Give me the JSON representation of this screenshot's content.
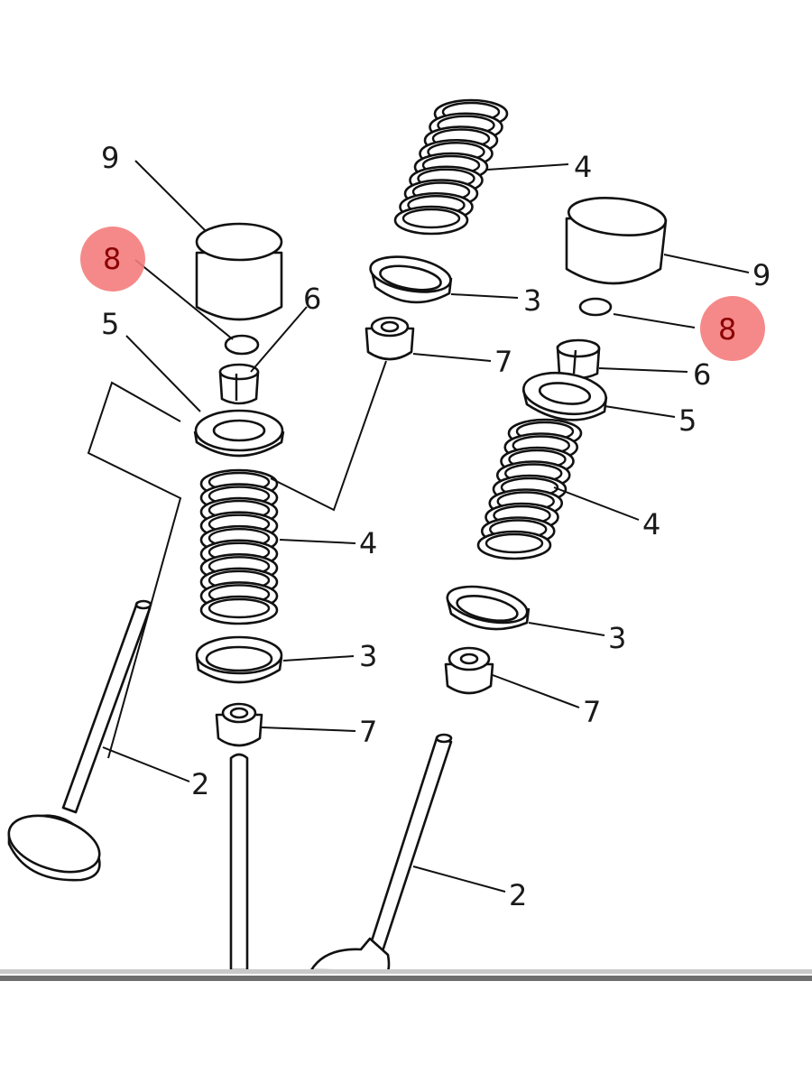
{
  "diagram": {
    "title": "Valve assembly exploded view",
    "highlight_color": "#f47c7c",
    "highlight_text_color": "#8b0000",
    "labels": [
      {
        "id": "left-9",
        "text": "9"
      },
      {
        "id": "left-8",
        "text": "8",
        "highlighted": true
      },
      {
        "id": "left-6",
        "text": "6"
      },
      {
        "id": "left-5",
        "text": "5"
      },
      {
        "id": "left-4",
        "text": "4"
      },
      {
        "id": "left-3",
        "text": "3"
      },
      {
        "id": "left-7",
        "text": "7"
      },
      {
        "id": "left-2",
        "text": "2"
      },
      {
        "id": "top-4",
        "text": "4"
      },
      {
        "id": "top-3",
        "text": "3"
      },
      {
        "id": "top-7",
        "text": "7"
      },
      {
        "id": "right-9",
        "text": "9"
      },
      {
        "id": "right-8",
        "text": "8",
        "highlighted": true
      },
      {
        "id": "right-6",
        "text": "6"
      },
      {
        "id": "right-5",
        "text": "5"
      },
      {
        "id": "right-4",
        "text": "4"
      },
      {
        "id": "right-3",
        "text": "3"
      },
      {
        "id": "right-7",
        "text": "7"
      },
      {
        "id": "right-2",
        "text": "2"
      }
    ]
  }
}
